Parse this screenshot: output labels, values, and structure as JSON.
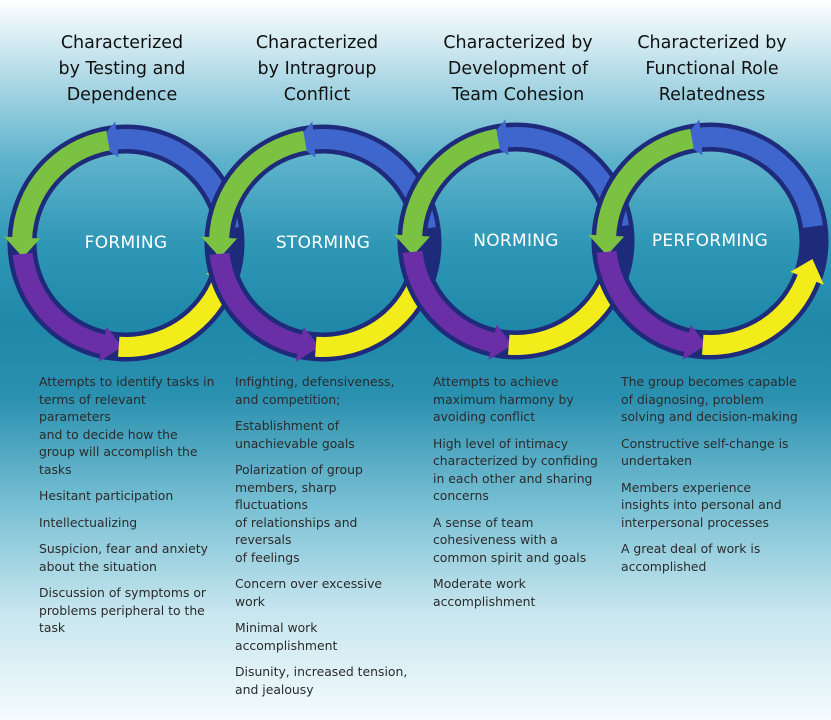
{
  "stages": [
    {
      "heading": "Characterized\nby Testing and\nDependence",
      "name": "FORMING",
      "items": [
        "Attempts to identify tasks in\nterms of relevant parameters\nand to decide how the\ngroup will accomplish the\ntasks",
        "Hesitant participation",
        "Intellectualizing",
        "Suspicion, fear and anxiety\nabout the situation",
        "Discussion of symptoms or\nproblems peripheral to the\ntask"
      ]
    },
    {
      "heading": "Characterized\nby Intragroup\nConflict",
      "name": "STORMING",
      "items": [
        "Infighting, defensiveness,\nand competition;",
        "Establishment of\nunachievable goals",
        "Polarization of group\nmembers, sharp fluctuations\nof relationships and reversals\nof feelings",
        "Concern over excessive\nwork",
        "Minimal work\naccomplishment",
        "Disunity, increased tension,\nand jealousy"
      ]
    },
    {
      "heading": "Characterized by\nDevelopment of\nTeam Cohesion",
      "name": "NORMING",
      "items": [
        "Attempts to achieve\nmaximum harmony by\navoiding conflict",
        "High level of intimacy\ncharacterized by confiding\nin each other and sharing\nconcerns",
        "A sense of team\ncohesiveness with a\ncommon spirit and goals",
        "Moderate work\naccomplishment"
      ]
    },
    {
      "heading": "Characterized by\nFunctional Role\nRelatedness",
      "name": "PERFORMING",
      "items": [
        "The group becomes capable\nof diagnosing, problem\nsolving and decision-making",
        "Constructive self-change is\nundertaken",
        "Members experience\ninsights into personal and\ninterpersonal processes",
        "A great deal of work is\naccomplished"
      ]
    }
  ],
  "colors": {
    "ring": "#1e2a7a",
    "blue": "#3f66cc",
    "green": "#7cc242",
    "purple": "#6a2ea6",
    "yellow": "#f2ec1a",
    "label": "#ffffff",
    "text": "#2b2b2b"
  }
}
